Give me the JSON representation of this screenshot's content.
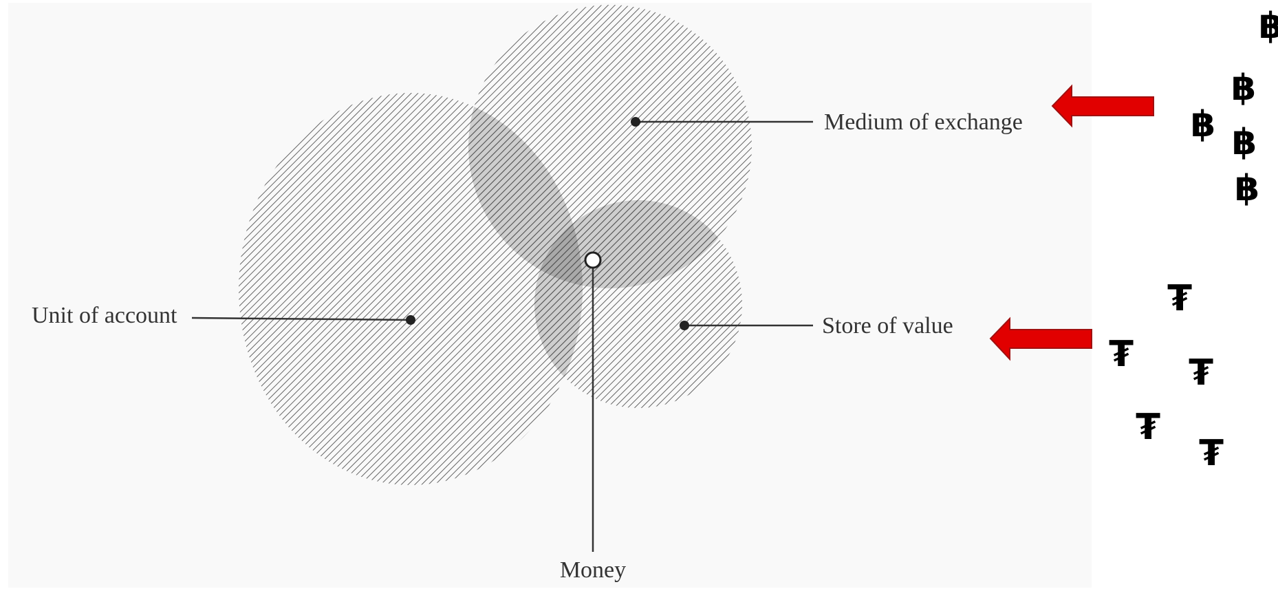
{
  "diagram": {
    "labels": {
      "medium": "Medium of exchange",
      "unit": "Unit of account",
      "store": "Store of value",
      "money": "Money"
    }
  },
  "colors": {
    "background_panel": "#f9f9f9",
    "hatch": "#555555",
    "overlap_shade": "#8a8a8a",
    "arrow": "#e10000",
    "arrow_outline": "#a01010",
    "symbols": "#000000",
    "text": "#333333"
  },
  "decorations": {
    "bitcoin_symbol": "฿",
    "tugrik_symbol": "₮",
    "bitcoin_count": 5,
    "tugrik_count": 5
  }
}
